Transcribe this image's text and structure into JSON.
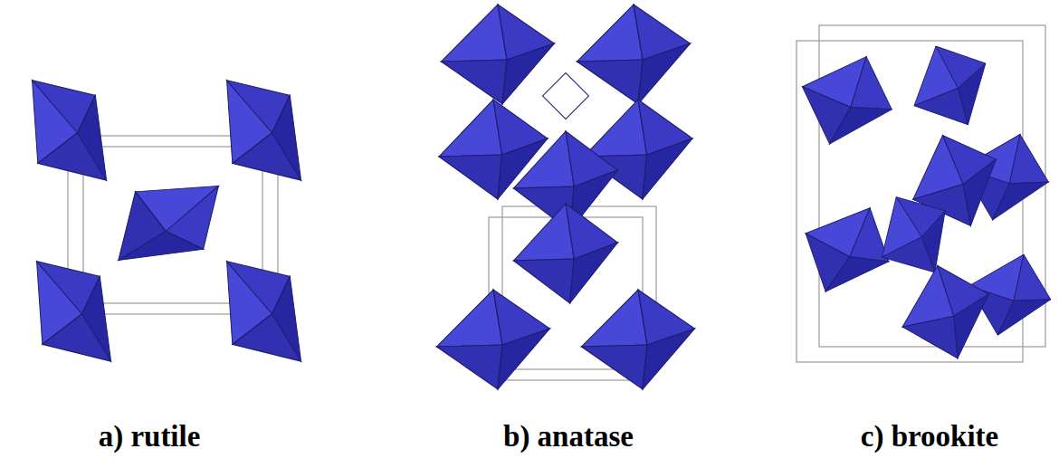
{
  "diagram": {
    "labels": [
      "a) rutile",
      "b) anatase",
      "c) brookite"
    ]
  }
}
